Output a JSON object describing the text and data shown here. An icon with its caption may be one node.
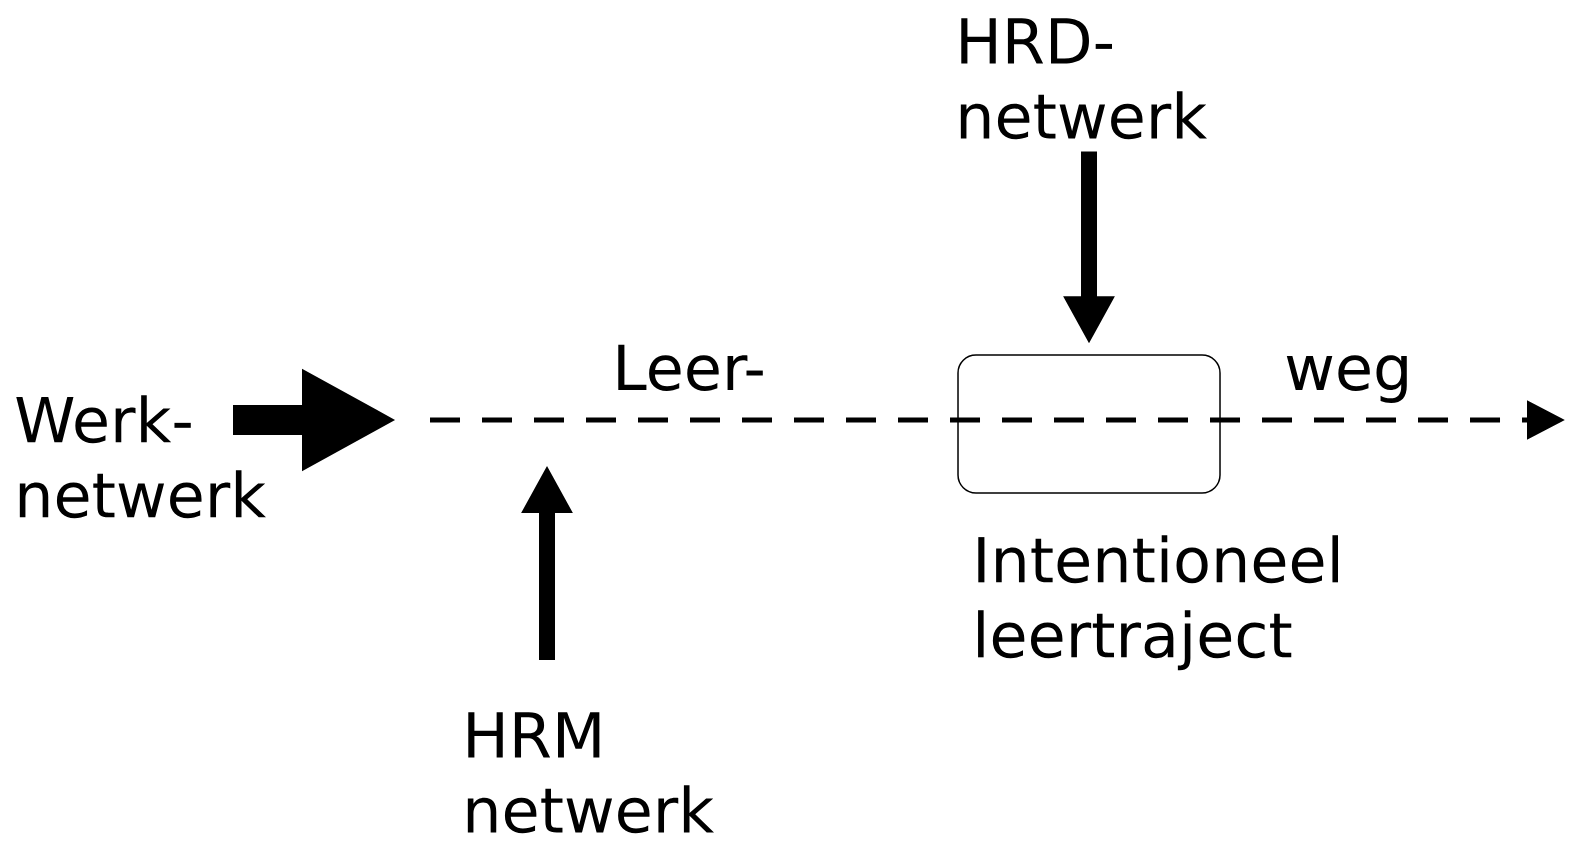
{
  "diagram": {
    "nodes": [
      {
        "text": [
          "Werk- netwerk"
        ]
      },
      {
        "text": [
          "HRM netwerk"
        ]
      },
      {
        "text": [
          "HRD- netwerk"
        ]
      },
      {
        "text": [
          "Intentioneel leertraject"
        ]
      }
    ],
    "edges": [
      {
        "from": 0,
        "to": null,
        "arrow": "to",
        "style": "thick"
      },
      {
        "from": 1,
        "to": null,
        "arrow": "to"
      },
      {
        "from": 2,
        "to": 3,
        "arrow": "to"
      }
    ],
    "labels": [
      "Leer-",
      "weg"
    ]
  }
}
